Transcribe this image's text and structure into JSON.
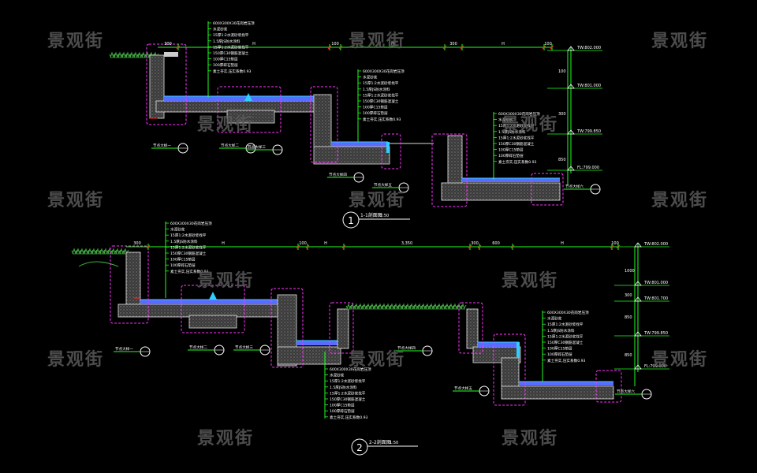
{
  "watermark": "景观街",
  "sections": [
    {
      "number": "1",
      "title": "1-1剖面图",
      "scale": "1:50",
      "dims_top": [
        "300",
        "H",
        "100",
        "H",
        "300",
        "H",
        "100"
      ],
      "dims_right": [
        "100",
        "300",
        "850"
      ],
      "elevations": [
        "TW:802.000",
        "TW:801.000",
        "TW:799.850",
        "FL:799.000"
      ],
      "notes_a": [
        "600X300X30花岗岩压顶",
        "水泥砂浆",
        "15厚1:2水泥砂浆找平",
        "1.5厚JS防水涂料",
        "15厚1:2水泥砂浆找平",
        "150厚C30钢筋混凝土",
        "100厚C15垫层",
        "100厚碎石垫层",
        "素土夯实,压实系数0.93"
      ],
      "notes_b": [
        "600X300X30花岗岩压顶",
        "水泥砂浆",
        "15厚1:2水泥砂浆找平",
        "1.5厚JS防水涂料",
        "15厚1:2水泥砂浆找平",
        "150厚C30钢筋混凝土",
        "100厚C15垫层",
        "100厚碎石垫层",
        "素土夯实,压实系数0.93"
      ],
      "notes_c": [
        "600X300X30花岗岩压顶",
        "水泥砂浆",
        "15厚1:2水泥砂浆找平",
        "1.5厚JS防水涂料",
        "15厚1:2水泥砂浆找平",
        "150厚C30钢筋混凝土",
        "100厚C15垫层",
        "100厚碎石垫层",
        "素土夯实,压实系数0.93"
      ],
      "callouts": [
        "节点大样一",
        "节点大样二",
        "节点大样三",
        "节点大样四",
        "节点大样五",
        "节点大样六"
      ]
    },
    {
      "number": "2",
      "title": "2-2剖面图",
      "scale": "1:50",
      "dims_top": [
        "300",
        "H",
        "100",
        "H",
        "3,350",
        "300",
        "600",
        "H",
        "100"
      ],
      "dims_right": [
        "1000",
        "300",
        "850",
        "850"
      ],
      "elevations": [
        "TW:802.000",
        "TW:801.000",
        "TW:801.700",
        "TW:799.850",
        "FL:799.000"
      ],
      "notes_a": [
        "600X300X30花岗岩压顶",
        "水泥砂浆",
        "15厚1:2水泥砂浆找平",
        "1.5厚JS防水涂料",
        "15厚1:2水泥砂浆找平",
        "150厚C30钢筋混凝土",
        "100厚C15垫层",
        "100厚碎石垫层",
        "素土夯实,压实系数0.93"
      ],
      "notes_b": [
        "600X300X30花岗岩压顶",
        "水泥砂浆",
        "15厚1:2水泥砂浆找平",
        "1.5厚JS防水涂料",
        "15厚1:2水泥砂浆找平",
        "150厚C30钢筋混凝土",
        "100厚C15垫层",
        "100厚碎石垫层",
        "素土夯实,压实系数0.93"
      ],
      "notes_c": [
        "600X300X30花岗岩压顶",
        "水泥砂浆",
        "15厚1:2水泥砂浆找平",
        "1.5厚JS防水涂料",
        "15厚1:2水泥砂浆找平",
        "150厚C30钢筋混凝土",
        "100厚C15垫层",
        "100厚碎石垫层",
        "素土夯实,压实系数0.93"
      ],
      "callouts": [
        "节点大样一",
        "节点大样二",
        "节点大样三",
        "节点大样四",
        "节点大样五",
        "节点大样六"
      ]
    }
  ],
  "colors": {
    "green": "#22ff22",
    "magenta": "#ff33ff",
    "blue": "#5a6cff",
    "cyan": "#33ccff",
    "red": "#ff2222",
    "soil": "#777777",
    "white": "#ffffff",
    "bg": "#000000"
  }
}
